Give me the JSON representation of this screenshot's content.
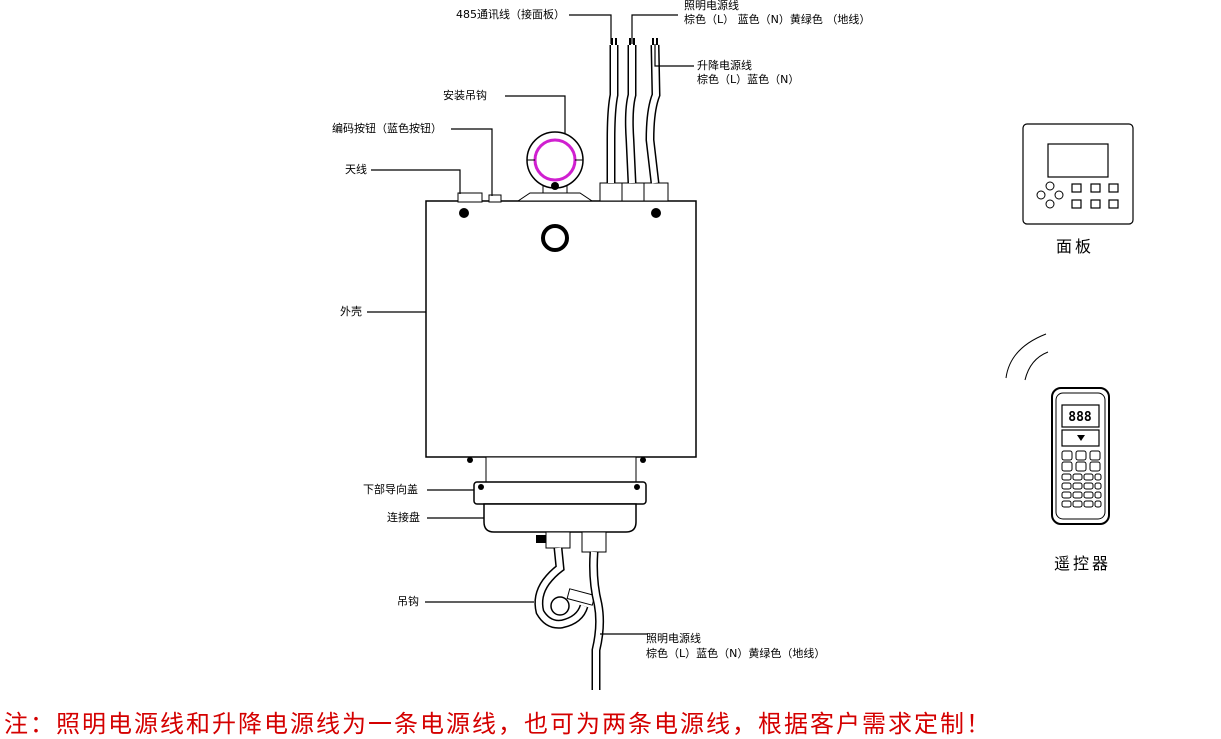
{
  "labels": {
    "comm_line": "485通讯线（接面板）",
    "lighting_power_top_title": "照明电源线",
    "lighting_power_top_wires": "棕色（L） 蓝色（N）黄绿色 （地线）",
    "lift_power_title": "升降电源线",
    "lift_power_wires": "棕色（L）蓝色（N）",
    "mount_hook": "安装吊钩",
    "code_button": "编码按钮（蓝色按钮）",
    "antenna": "天线",
    "shell": "外壳",
    "lower_guide_cover": "下部导向盖",
    "connection_plate": "连接盘",
    "hook": "吊钩",
    "lighting_power_bottom_title": "照明电源线",
    "lighting_power_bottom_wires": "棕色（L）蓝色（N）黄绿色（地线）",
    "panel": "面板",
    "remote": "遥控器",
    "remote_display": "888"
  },
  "note": "注：照明电源线和升降电源线为一条电源线，也可为两条电源线，根据客户需求定制！",
  "colors": {
    "note": "#d40000",
    "hook_ring_inner": "#d020d0",
    "line": "#000000"
  }
}
